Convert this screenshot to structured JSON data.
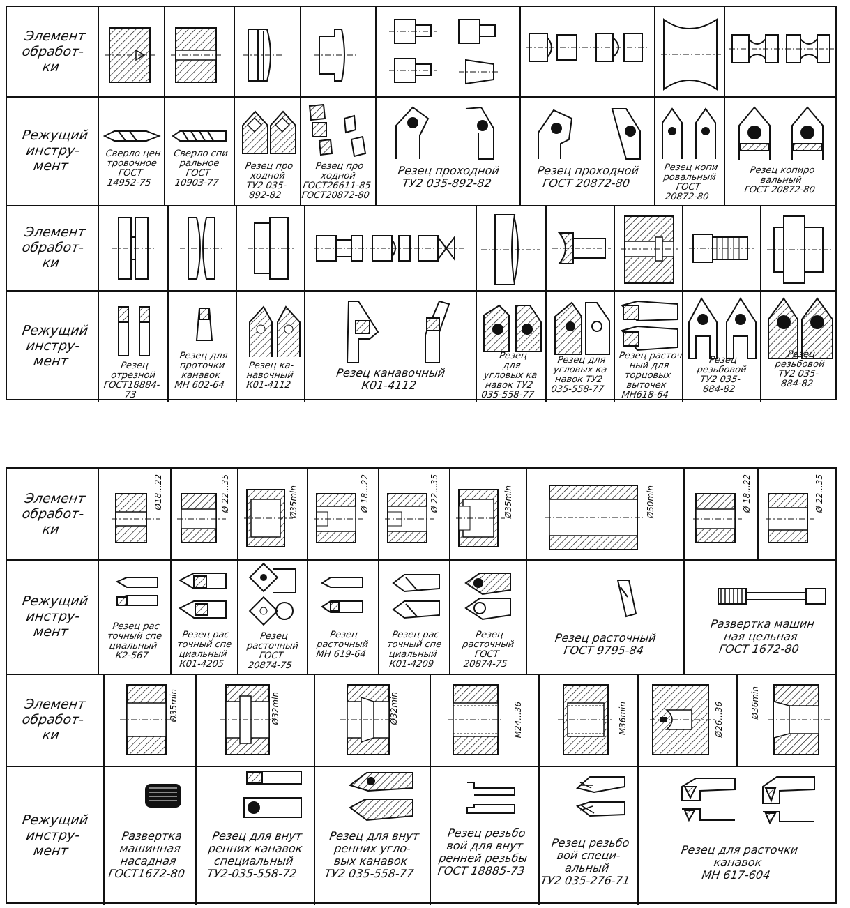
{
  "labels": {
    "element": "Элемент\nобработ-\nки",
    "tool": "Режущий\nинстру-\nмент"
  },
  "table1": {
    "row2_captions": [
      "Сверло цен\nтровочное\nГОСТ\n14952-75",
      "Сверло спи\nральное\nГОСТ\n10903-77",
      "Резец про\nходной\nТУ2 035-\n892-82",
      "Резец про\nходной\nГОСТ26611-85\nГОСТ20872-80",
      "Резец проходной\nТУ2 035-892-82",
      "Резец проходной\nГОСТ 20872-80",
      "Резец копи\nровальный\nГОСТ\n20872-80",
      "Резец копиро\nвальный\nГОСТ 20872-80"
    ],
    "row4_captions": [
      "Резец\nотрезной\nГОСТ18884-73",
      "Резец для\nпроточки\nканавок\nМН 602-64",
      "Резец ка-\nнавочный\nК01-4112",
      "Резец канавочный\nК01-4112",
      "Резец\nдля\nугловых ка\nнавок ТУ2\n035-558-77",
      "Резец для\nугловых ка\nнавок ТУ2\n035-558-77",
      "Резец расточ\nный для\nторцовых\nвыточек\nМН618-64",
      "Резец\nрезьбовой\nТУ2 035-\n884-82",
      "Резец\nрезьбовой\nТУ2 035-\n884-82"
    ]
  },
  "table2": {
    "row1_dims": [
      "Ø18...22",
      "Ø 22...35",
      "Ø35min",
      "Ø 18...22",
      "Ø 22...35",
      "Ø35min",
      "Ø50min",
      "Ø 18...22",
      "Ø 22...35"
    ],
    "row2_captions": [
      "Резец рас\nточный спе\nциальный\nК2-567",
      "Резец рас\nточный спе\nциальный\nК01-4205",
      "Резец\nрасточный\nГОСТ\n20874-75",
      "Резец\nрасточный\nМН 619-64",
      "Резец рас\nточный спе\nциальный\nК01-4209",
      "Резец\nрасточный\nГОСТ\n20874-75",
      "Резец расточный\nГОСТ 9795-84",
      "Развертка машин\nная цельная\nГОСТ 1672-80"
    ],
    "row3_dims": [
      "Ø35min",
      "Ø32min",
      "Ø32min",
      "М24...36",
      "М36min",
      "Ø26...36",
      "Ø36min"
    ],
    "row4_captions": [
      "Развертка\nмашинная\nнасадная\nГОСТ1672-80",
      "Резец для внут\nренних канавок\nспециальный\nТУ2-035-558-72",
      "Резец для внут\nренних угло-\nвых канавок\nТУ2 035-558-77",
      "Резец резьбо\nвой для внут\nренней резьбы\nГОСТ 18885-73",
      "Резец резьбо\nвой специ-\nальный\nТУ2 035-276-71",
      "Резец для расточки\nканавок\nМН 617-604"
    ]
  }
}
